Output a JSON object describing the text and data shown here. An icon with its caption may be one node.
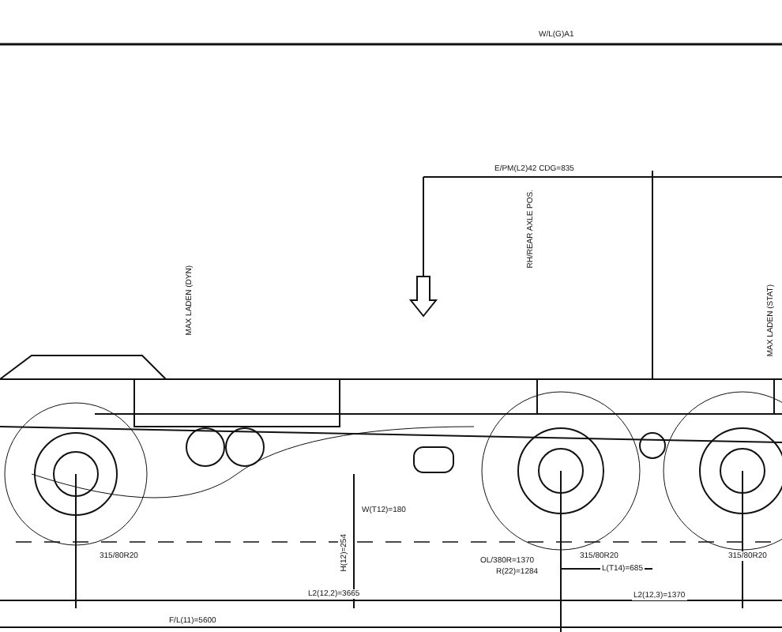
{
  "diagram": {
    "labels": [
      "W/L(G)A1",
      "E/PM(L2)42 CDG=835",
      "MAX LADEN (DYN)",
      "RH/REAR AXLE POS.",
      "MAX LADEN (STAT)",
      "W(T12)=180",
      "315/80R20",
      "H(12)=254",
      "OL/380R=1370",
      "R(22)=1284",
      "315/80R20",
      "L(T14)=685",
      "315/80R20",
      "L2(12,2)=3665",
      "L2(12,3)=1370",
      "F/L(11)=5600"
    ]
  }
}
